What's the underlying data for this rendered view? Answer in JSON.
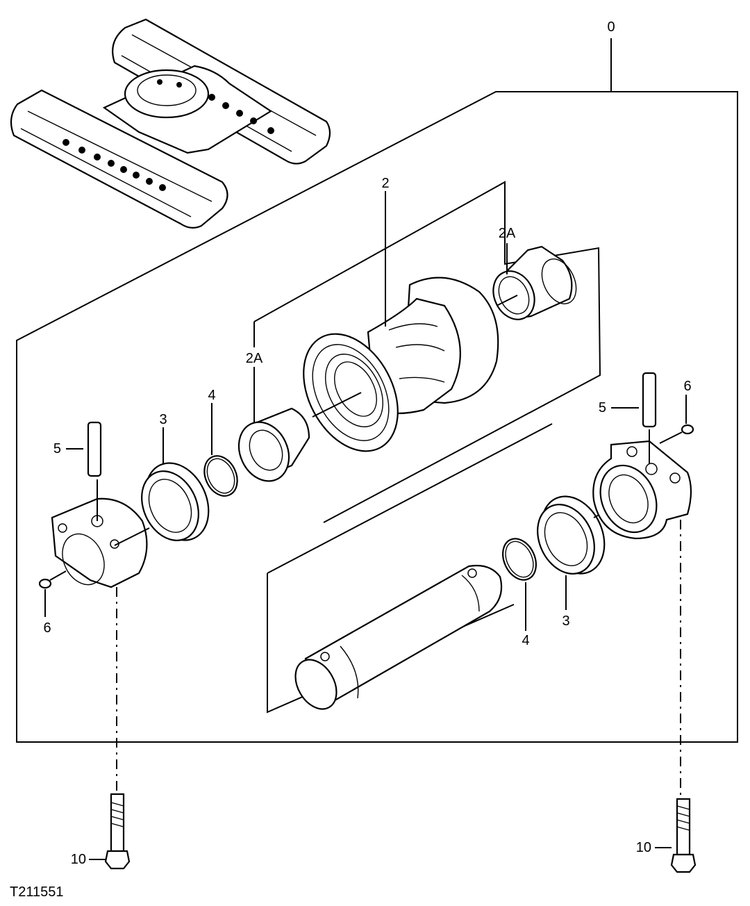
{
  "figure_id": "T211551",
  "callouts": {
    "assembly": "0",
    "roller": "2",
    "bushing_rear": "2A",
    "bushing_front": "2A",
    "seal_left": "3",
    "seal_right": "3",
    "oring_left": "4",
    "oring_right": "4",
    "pin_left": "5",
    "pin_right": "5",
    "plug_left": "6",
    "plug_right": "6",
    "bolt_left": "10",
    "bolt_right": "10"
  },
  "icons": {
    "undercarriage": "track-frame-icon",
    "roller": "track-roller-icon",
    "shaft": "shaft-icon",
    "bolt": "hex-bolt-icon"
  }
}
